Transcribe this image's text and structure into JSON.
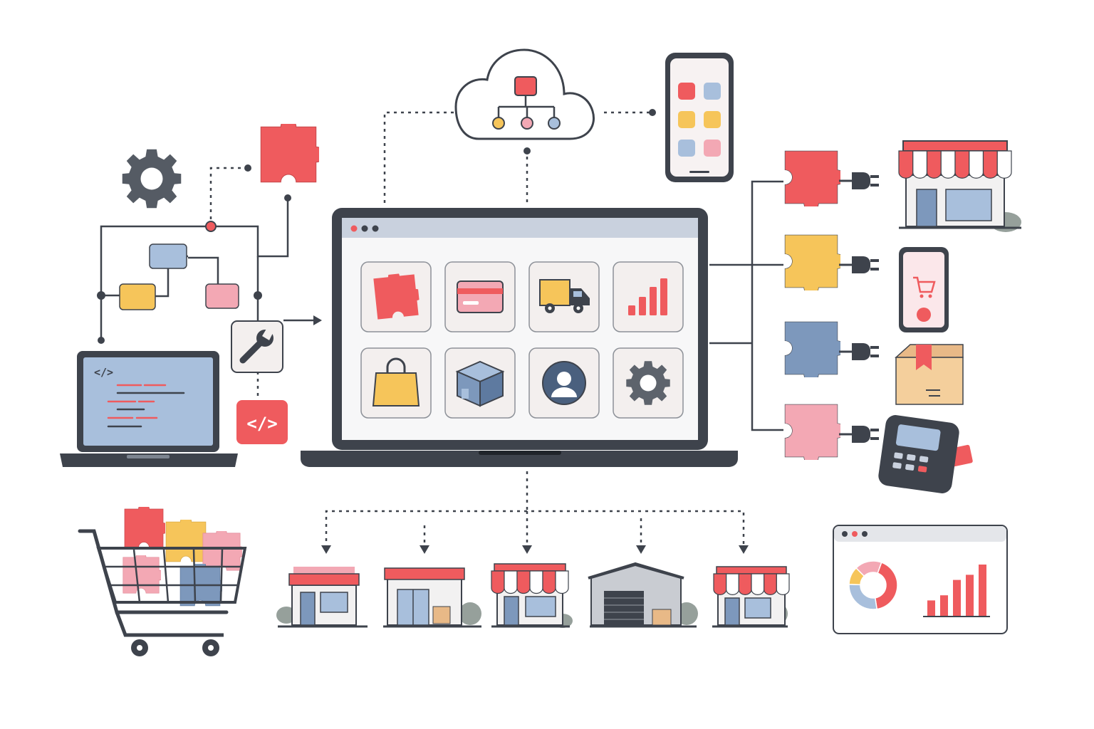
{
  "colors": {
    "red": "#ef5b5e",
    "yellow": "#f6c55a",
    "blue": "#a8bfdc",
    "steel": "#7d98bc",
    "pink": "#f3a8b4",
    "dark": "#3e434c",
    "tile": "#f3efee",
    "screen": "#f7f7f8"
  },
  "cloud": {
    "icon": "cloud-hierarchy-icon"
  },
  "left_laptop": {
    "code_text": "</>",
    "icon": "code-editor-icon"
  },
  "code_badge": {
    "text": "</>",
    "icon": "code-icon"
  },
  "tools": {
    "wrench": "wrench-icon",
    "gear": "gear-icon",
    "puzzle": "puzzle-piece-icon"
  },
  "main_laptop": {
    "window_dots": [
      "red",
      "dark",
      "dark"
    ],
    "tiles": [
      {
        "name": "puzzle-tile",
        "icon": "puzzle-piece-icon"
      },
      {
        "name": "payment-tile",
        "icon": "credit-card-icon"
      },
      {
        "name": "shipping-tile",
        "icon": "delivery-truck-icon"
      },
      {
        "name": "analytics-tile",
        "icon": "bar-chart-icon"
      },
      {
        "name": "shopping-tile",
        "icon": "shopping-bag-icon"
      },
      {
        "name": "inventory-tile",
        "icon": "package-box-icon"
      },
      {
        "name": "account-tile",
        "icon": "user-profile-icon"
      },
      {
        "name": "settings-tile",
        "icon": "gear-icon"
      }
    ]
  },
  "integrations": [
    {
      "color": "red",
      "target": "storefront-icon"
    },
    {
      "color": "yellow",
      "target": "mobile-shop-icon"
    },
    {
      "color": "steel",
      "target": "shipping-box-icon"
    },
    {
      "color": "pink",
      "target": "payment-terminal-icon"
    }
  ],
  "stores": [
    "small-shop-icon",
    "store-front-icon",
    "awning-store-icon",
    "warehouse-icon",
    "boutique-icon"
  ],
  "cart": {
    "icon": "shopping-cart-icon"
  },
  "dashboard": {
    "icon": "analytics-dashboard-icon",
    "donut": [
      42,
      28,
      12,
      18
    ],
    "bars": [
      3,
      4,
      7,
      8,
      10
    ]
  }
}
